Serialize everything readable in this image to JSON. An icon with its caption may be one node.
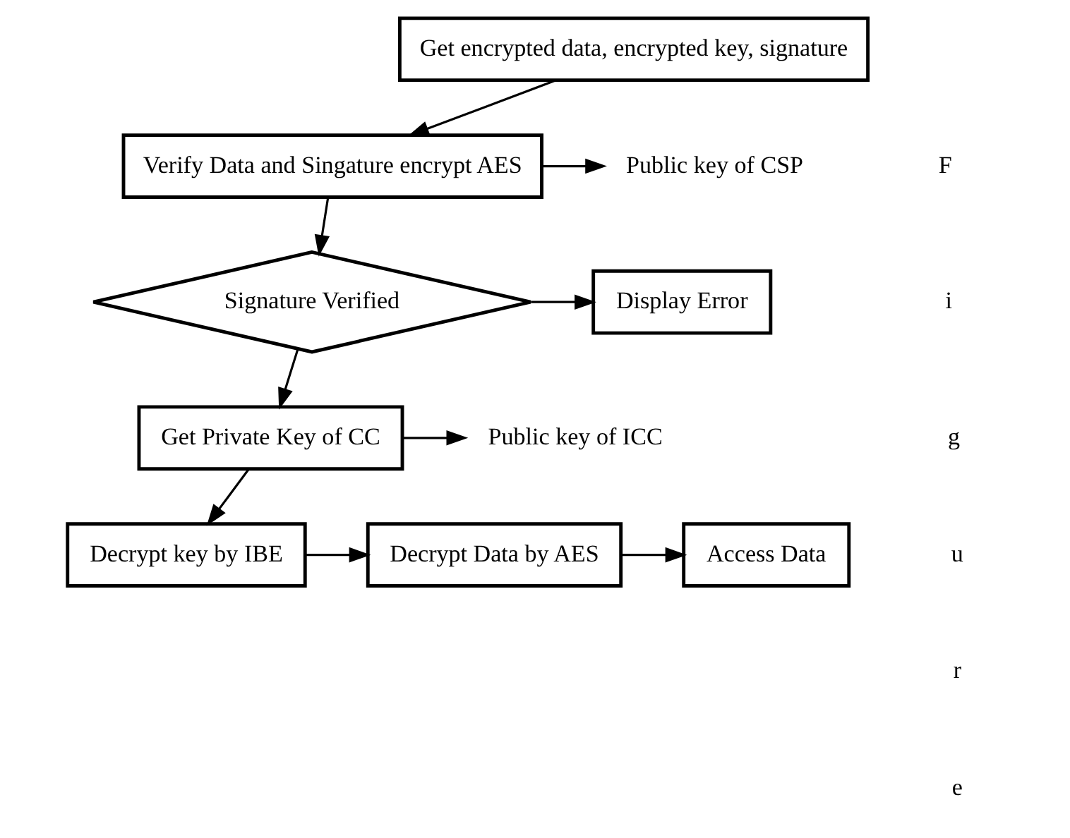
{
  "diagram": {
    "nodes": [
      {
        "text": [
          "Get encrypted data, encrypted key, signature"
        ]
      },
      {
        "text": [
          "Verify Data and Singature encrypt AES"
        ]
      },
      {
        "text": [
          "Public key of CSP"
        ]
      },
      {
        "text": [
          "Signature Verified"
        ]
      },
      {
        "text": [
          "Display Error"
        ]
      },
      {
        "text": [
          "Get Private Key of CC"
        ]
      },
      {
        "text": [
          "Public key of ICC"
        ]
      },
      {
        "text": [
          "Decrypt key by IBE"
        ]
      },
      {
        "text": [
          "Decrypt Data by AES"
        ]
      },
      {
        "text": [
          "Access Data"
        ]
      }
    ],
    "edges": [
      {
        "from": 0,
        "to": 1,
        "arrow": "to"
      },
      {
        "from": 1,
        "to": 2,
        "arrow": "to"
      },
      {
        "from": 1,
        "to": 3,
        "arrow": "to"
      },
      {
        "from": 3,
        "to": 4,
        "arrow": "to"
      },
      {
        "from": 3,
        "to": 5,
        "arrow": "to"
      },
      {
        "from": 5,
        "to": 6,
        "arrow": "to"
      },
      {
        "from": 5,
        "to": 7,
        "arrow": "to"
      },
      {
        "from": 7,
        "to": 8,
        "arrow": "to"
      },
      {
        "from": 8,
        "to": 9,
        "arrow": "to"
      }
    ],
    "labels": [
      "F",
      "i",
      "g",
      "u",
      "r",
      "e"
    ]
  }
}
